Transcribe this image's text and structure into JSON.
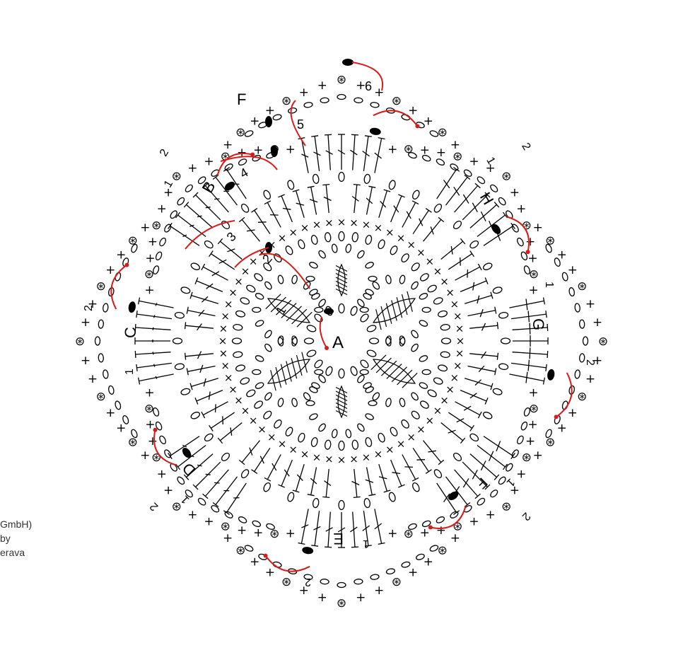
{
  "colors": {
    "ink": "#000000",
    "arrow": "#d81b1b",
    "background": "#ffffff"
  },
  "credits": {
    "line1": "GmbH)",
    "line2": "by",
    "line3": "erava"
  },
  "labels": {
    "center": "A",
    "B": "B",
    "C": "C",
    "D": "D",
    "E": "E",
    "F": "F",
    "G": "G",
    "H": "H"
  },
  "rounds": {
    "r1": "1",
    "r2": "2",
    "r3": "3",
    "r4": "4",
    "r5": "5",
    "r6": "6",
    "B1": "1",
    "B2": "2",
    "C1": "1",
    "C2": "2",
    "D1": "1",
    "D2": "2",
    "E1": "1",
    "E2": "2",
    "G1": "1",
    "G2": "2",
    "H1": "1",
    "H2": "2",
    "I1": "1",
    "I2": "2"
  },
  "symbols": {
    "single_crochet": "+",
    "slip_x": "×",
    "picot": "⊛"
  }
}
